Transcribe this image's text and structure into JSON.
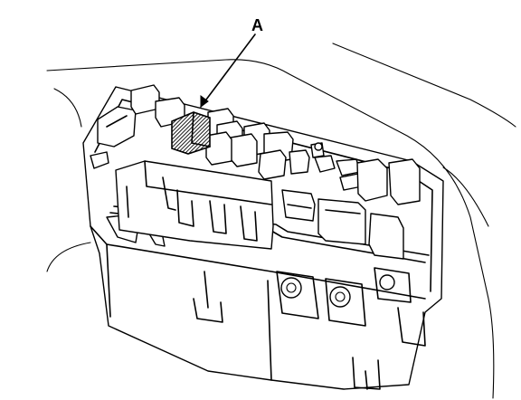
{
  "callout": {
    "label": "A"
  },
  "colors": {
    "line": "#000000",
    "background": "#ffffff",
    "highlight_hatch": "#000000"
  },
  "figure": {
    "subject": "fuse-relay-box",
    "highlighted_part": "relay"
  }
}
